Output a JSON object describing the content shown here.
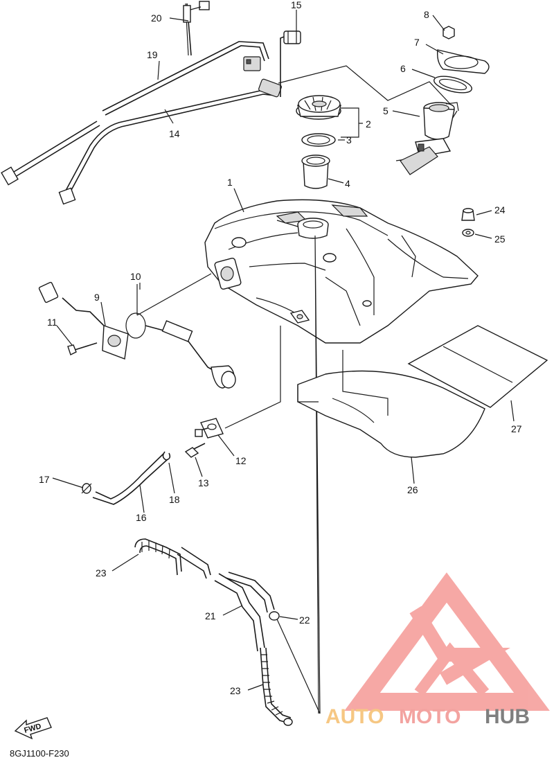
{
  "diagram_code": "8GJ1100-F230",
  "fwd_label": "FWD",
  "watermark": {
    "part1": "AUTO",
    "part2": "MOTO",
    "part3": "HUB",
    "colors": {
      "auto": "#f6c783",
      "moto": "#f3a3a0",
      "hub": "#7f7f7f",
      "logo": "#f59a96"
    }
  },
  "callouts": [
    {
      "id": "1",
      "text": "1"
    },
    {
      "id": "2",
      "text": "2"
    },
    {
      "id": "3",
      "text": "3"
    },
    {
      "id": "4",
      "text": "4"
    },
    {
      "id": "5",
      "text": "5"
    },
    {
      "id": "6",
      "text": "6"
    },
    {
      "id": "7",
      "text": "7"
    },
    {
      "id": "8",
      "text": "8"
    },
    {
      "id": "9",
      "text": "9"
    },
    {
      "id": "10",
      "text": "10"
    },
    {
      "id": "11",
      "text": "11"
    },
    {
      "id": "12",
      "text": "12"
    },
    {
      "id": "13",
      "text": "13"
    },
    {
      "id": "14",
      "text": "14"
    },
    {
      "id": "15",
      "text": "15"
    },
    {
      "id": "16",
      "text": "16"
    },
    {
      "id": "17",
      "text": "17"
    },
    {
      "id": "18",
      "text": "18"
    },
    {
      "id": "19",
      "text": "19"
    },
    {
      "id": "20",
      "text": "20"
    },
    {
      "id": "21",
      "text": "21"
    },
    {
      "id": "22",
      "text": "22"
    },
    {
      "id": "23a",
      "text": "23"
    },
    {
      "id": "23b",
      "text": "23"
    },
    {
      "id": "24",
      "text": "24"
    },
    {
      "id": "25",
      "text": "25"
    },
    {
      "id": "26",
      "text": "26"
    },
    {
      "id": "27",
      "text": "27"
    }
  ]
}
